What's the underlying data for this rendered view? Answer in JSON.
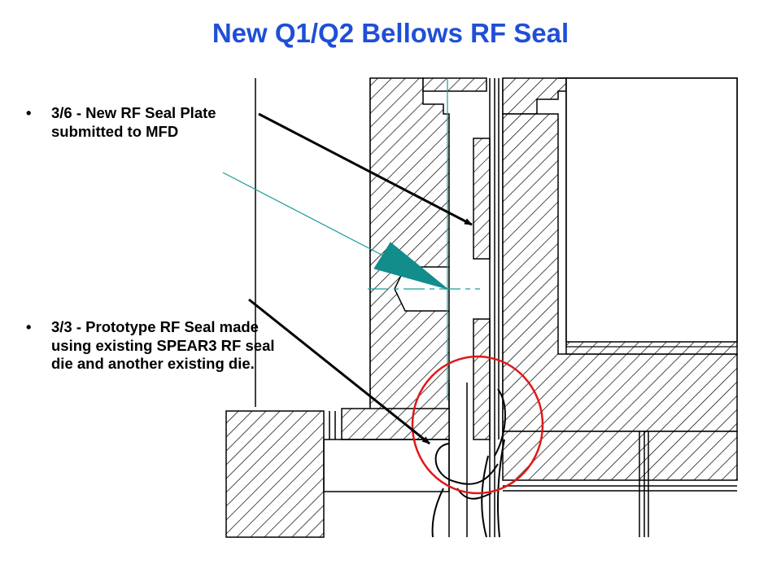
{
  "slide": {
    "title": "New Q1/Q2 Bellows RF Seal",
    "bullet_char": "•",
    "bullets": [
      {
        "text": "3/6 - New RF Seal Plate submitted to MFD"
      },
      {
        "text": "3/3 - Prototype RF Seal made using existing SPEAR3 RF seal die and another existing die."
      }
    ]
  },
  "colors": {
    "title": "#1f4fd6",
    "drawing_line": "#000000",
    "centerline": "#1a9a9a",
    "marker": "#138c8c",
    "highlight": "#e01818"
  }
}
